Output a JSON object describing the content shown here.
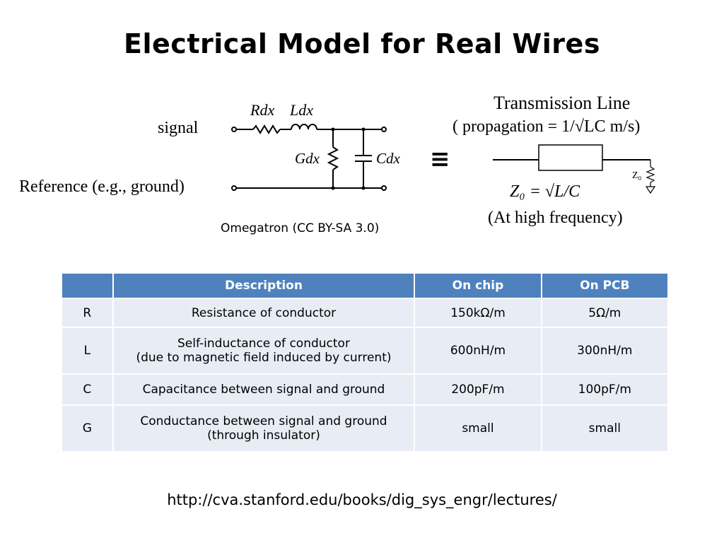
{
  "slide": {
    "title": "Electrical Model for Real Wires",
    "footer_url": "http://cva.stanford.edu/books/dig_sys_engr/lectures/"
  },
  "circuit": {
    "signal_label": "signal",
    "reference_label": "Reference (e.g., ground)",
    "r_label": "Rdx",
    "l_label": "Ldx",
    "g_label": "Gdx",
    "c_label": "Cdx",
    "equiv_symbol": "≡",
    "credit": "Omegatron (CC BY-SA 3.0)"
  },
  "transmission_line": {
    "title": "Transmission Line",
    "propagation": "( propagation = 1/√LC  m/s)",
    "impedance_formula": "Z₀ = √L/C",
    "z0_label": "Z₀",
    "note": "(At high frequency)"
  },
  "table": {
    "headers": [
      "",
      "Description",
      "On chip",
      "On PCB"
    ],
    "rows": [
      {
        "sym": "R",
        "desc1": "Resistance of conductor",
        "desc2": "",
        "chip": "150kΩ/m",
        "pcb": "5Ω/m"
      },
      {
        "sym": "L",
        "desc1": "Self-inductance of conductor",
        "desc2": "(due to magnetic field induced by current)",
        "chip": "600nH/m",
        "pcb": "300nH/m"
      },
      {
        "sym": "C",
        "desc1": "Capacitance between signal and ground",
        "desc2": "",
        "chip": "200pF/m",
        "pcb": "100pF/m"
      },
      {
        "sym": "G",
        "desc1": "Conductance between signal and ground",
        "desc2": "(through insulator)",
        "chip": "small",
        "pcb": "small"
      }
    ]
  }
}
